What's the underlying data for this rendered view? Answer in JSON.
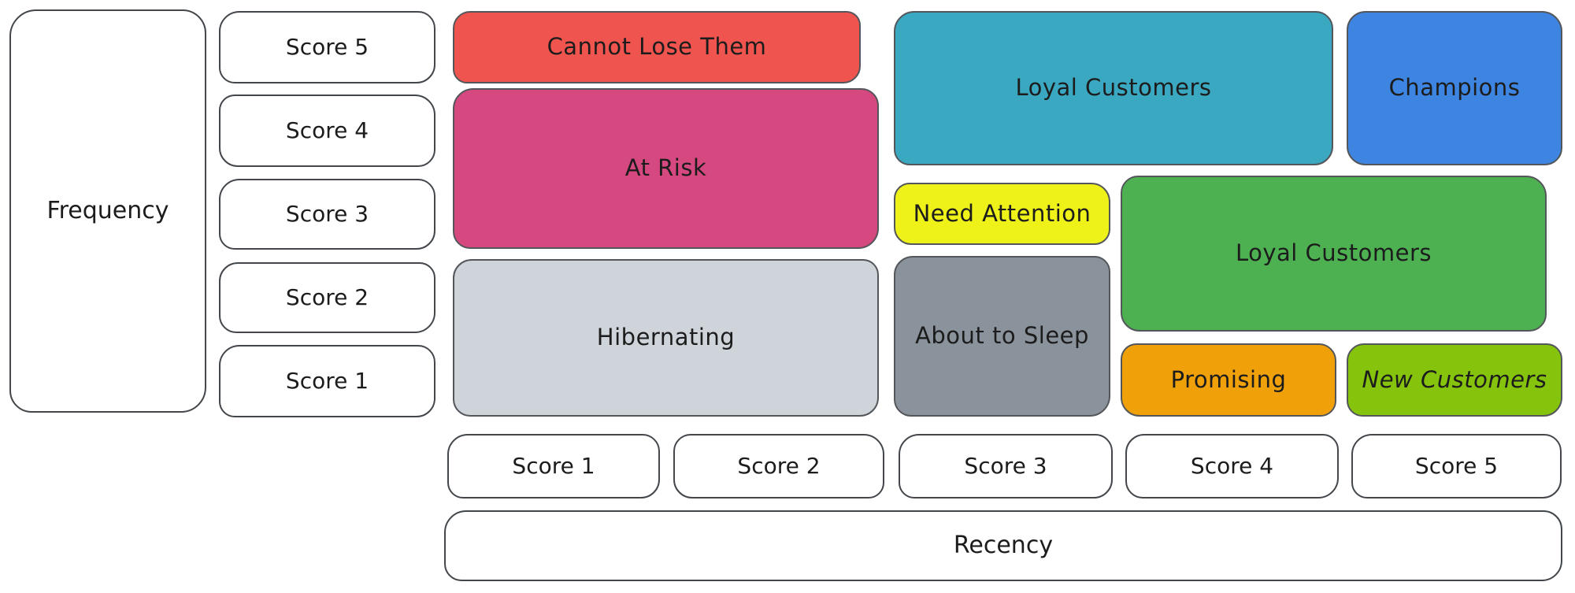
{
  "diagram": {
    "type": "rfm-segmentation-matrix",
    "y_axis": {
      "label": "Frequency",
      "scores": [
        "Score 5",
        "Score 4",
        "Score 3",
        "Score 2",
        "Score 1"
      ]
    },
    "x_axis": {
      "label": "Recency",
      "scores": [
        "Score 1",
        "Score 2",
        "Score 3",
        "Score 4",
        "Score 5"
      ]
    },
    "segments": [
      {
        "label": "Cannot Lose Them",
        "color": "#f0544f",
        "recency_scores": "1-2",
        "frequency_scores": "5"
      },
      {
        "label": "At Risk",
        "color": "#d64880",
        "recency_scores": "1-2",
        "frequency_scores": "3-4"
      },
      {
        "label": "Hibernating",
        "color": "#ced4da",
        "recency_scores": "1-2",
        "frequency_scores": "1-2"
      },
      {
        "label": "Loyal Customers",
        "color": "#3aa8c1",
        "recency_scores": "3-4",
        "frequency_scores": "4-5"
      },
      {
        "label": "Champions",
        "color": "#3d85e0",
        "recency_scores": "5",
        "frequency_scores": "4-5"
      },
      {
        "label": "Need Attention",
        "color": "#eef219",
        "recency_scores": "3",
        "frequency_scores": "3"
      },
      {
        "label": "Loyal Customers",
        "color": "#4db152",
        "recency_scores": "4-5",
        "frequency_scores": "2-3"
      },
      {
        "label": "About to Sleep",
        "color": "#8a929b",
        "recency_scores": "3",
        "frequency_scores": "1-2"
      },
      {
        "label": "Promising",
        "color": "#f0a10a",
        "recency_scores": "4",
        "frequency_scores": "1"
      },
      {
        "label": "New Customers",
        "color": "#86c30d",
        "recency_scores": "5",
        "frequency_scores": "1"
      }
    ]
  }
}
